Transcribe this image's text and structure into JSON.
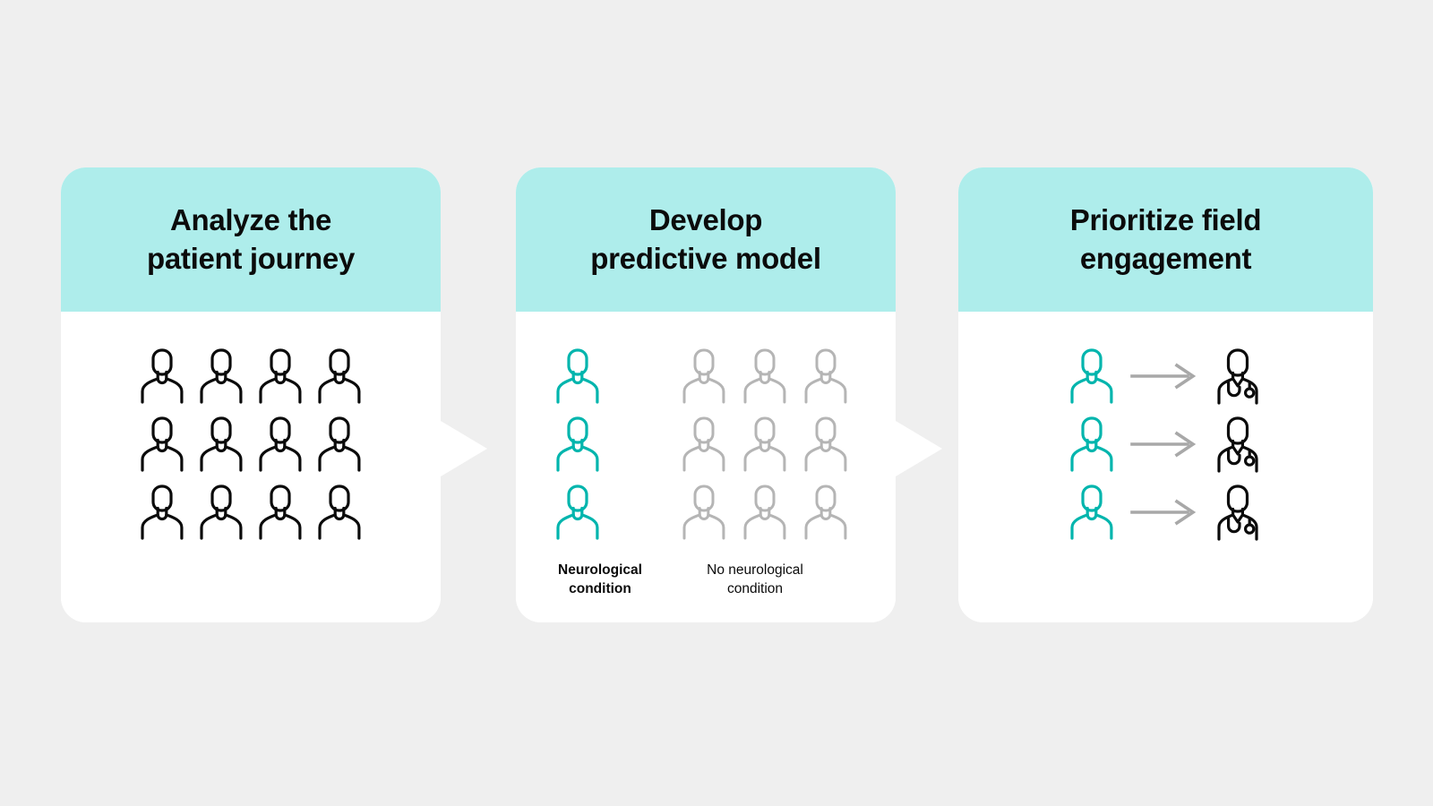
{
  "page": {
    "background_color": "#efefef",
    "type": "three-step process diagram"
  },
  "theme": {
    "header_bg": "#aeedeb",
    "card_bg": "#ffffff",
    "accent_teal": "#00b5ad",
    "muted_gray": "#b5b5b5",
    "icon_black": "#0b0b0b",
    "arrow_gray": "#a8a8a8"
  },
  "cards": [
    {
      "id": "analyze-the-patient-journey",
      "title": "Analyze the\npatient journey",
      "icon_name": "person-icon",
      "people_count": 12,
      "people_columns": 4,
      "people_rows": 3,
      "people_color": "#0b0b0b",
      "has_tail": true
    },
    {
      "id": "develop-predictive-model",
      "title": "Develop\npredictive model",
      "icon_name": "person-icon",
      "has_tail": true,
      "groups": [
        {
          "id": "neurological-condition",
          "label": "Neurological\ncondition",
          "count": 3,
          "columns": 1,
          "rows": 3,
          "color": "#00b5ad",
          "emphasis": "bold"
        },
        {
          "id": "no-neurological-condition",
          "label": "No neurological\ncondition",
          "count": 9,
          "columns": 3,
          "rows": 3,
          "color": "#b5b5b5",
          "emphasis": "regular"
        }
      ]
    },
    {
      "id": "prioritize-field-engagement",
      "title": "Prioritize field\nengagement",
      "has_tail": false,
      "flow_rows": [
        {
          "from_icon": "person-icon",
          "arrow_icon": "arrow-right-icon",
          "to_icon": "doctor-icon"
        },
        {
          "from_icon": "person-icon",
          "arrow_icon": "arrow-right-icon",
          "to_icon": "doctor-icon"
        },
        {
          "from_icon": "person-icon",
          "arrow_icon": "arrow-right-icon",
          "to_icon": "doctor-icon"
        }
      ],
      "from_color": "#00b5ad",
      "arrow_color": "#a8a8a8",
      "to_color": "#0b0b0b"
    }
  ]
}
